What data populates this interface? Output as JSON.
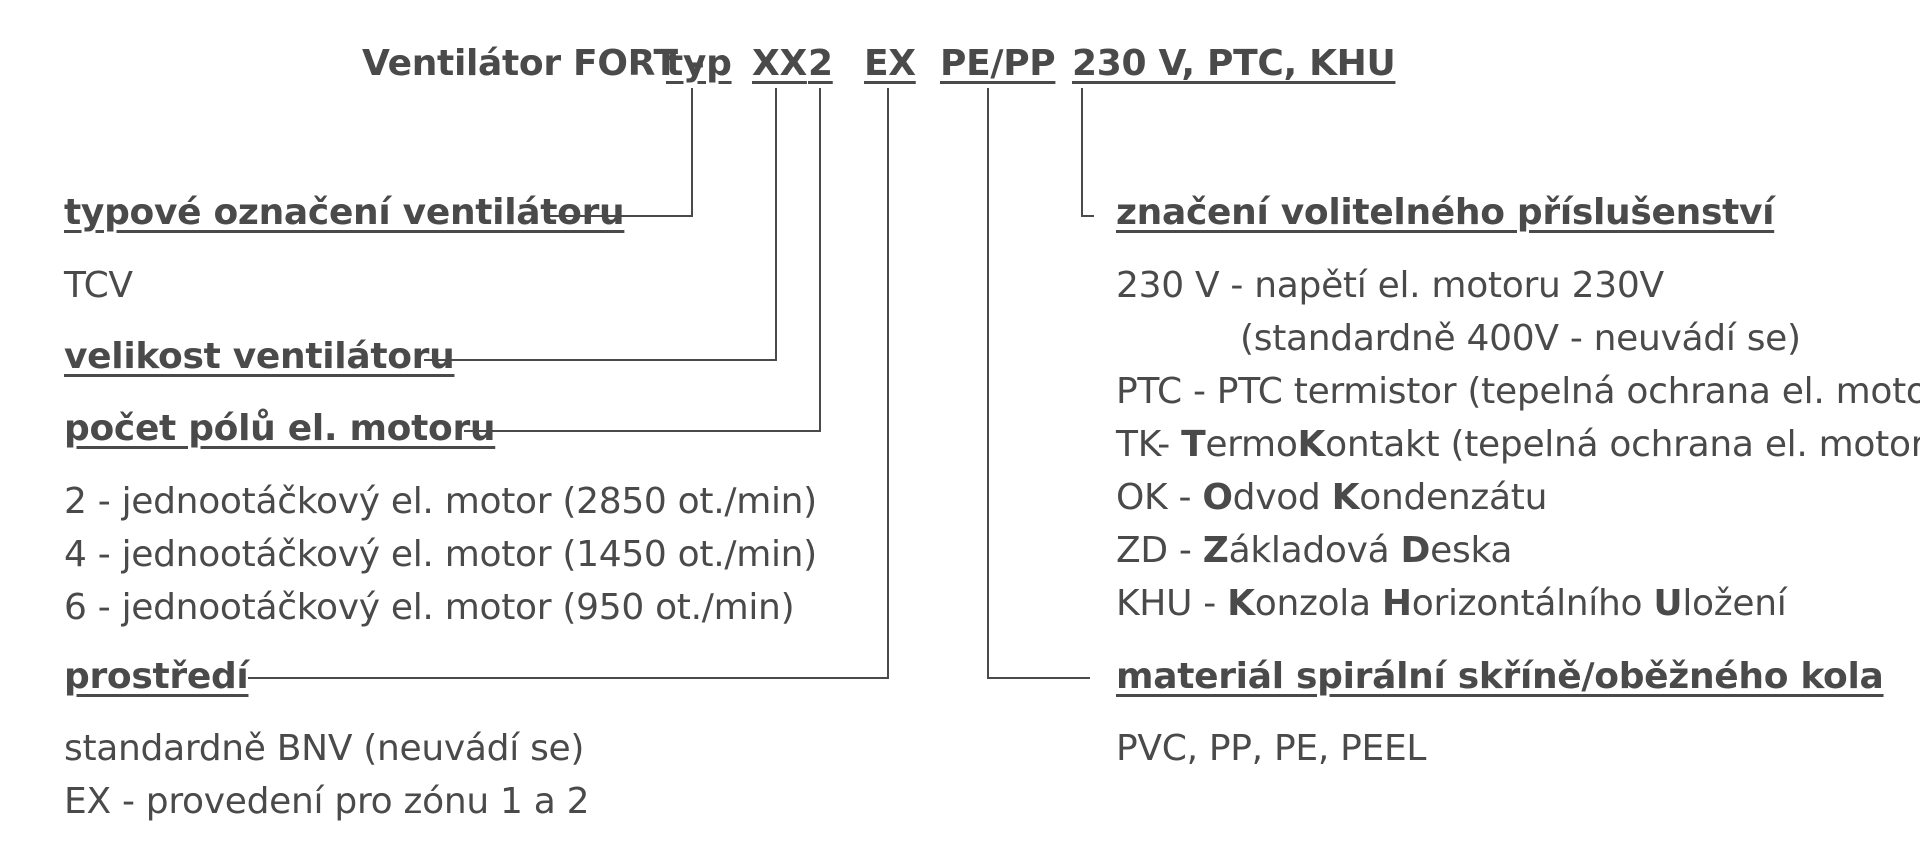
{
  "title": {
    "prefix": "Ventilátor FORT -",
    "seg_typ": "typ",
    "seg_size": "XX",
    "seg_poles": "2",
    "seg_env": "EX",
    "seg_material": "PE/PP",
    "seg_accessories": "230 V, PTC, KHU"
  },
  "left": {
    "type_heading": "typové označení ventilátoru",
    "type_value": "TCV",
    "size_heading": "velikost ventilátoru",
    "poles_heading": "počet pólů el. motoru",
    "poles_items": [
      "2 - jednootáčkový el. motor (2850 ot./min)",
      "4 - jednootáčkový el. motor (1450 ot./min)",
      "6 - jednootáčkový el. motor (950 ot./min)"
    ],
    "env_heading": "prostředí",
    "env_items": [
      "standardně BNV (neuvádí se)",
      "EX - provedení pro zónu 1 a 2"
    ]
  },
  "right": {
    "accessories_heading": "značení volitelného příslušenství",
    "acc_230v": "230 V - napětí el. motoru 230V",
    "acc_230v_note": "(standardně 400V - neuvádí se)",
    "acc_ptc": "PTC - PTC termistor (tepelná ochrana el. motoru)",
    "acc_tk": {
      "code": "TK- ",
      "p1b": "T",
      "p2": "ermo",
      "p3b": "K",
      "p4": "ontakt (tepelná ochrana el. motoru)"
    },
    "acc_ok": {
      "code": "OK - ",
      "p1b": "O",
      "p2": "dvod ",
      "p3b": "K",
      "p4": "ondenzátu"
    },
    "acc_zd": {
      "code": "ZD - ",
      "p1b": "Z",
      "p2": "ákladová ",
      "p3b": "D",
      "p4": "eska"
    },
    "acc_khu": {
      "code": "KHU - ",
      "p1b": "K",
      "p2": "onzola ",
      "p3b": "H",
      "p4": "orizontálního ",
      "p5b": "U",
      "p6": "ložení"
    },
    "material_heading": "materiál spirální skříně/oběžného kola",
    "material_value": "PVC, PP, PE, PEEL"
  },
  "colors": {
    "text": "#4a4a4a",
    "lines": "#4a4a4a"
  }
}
